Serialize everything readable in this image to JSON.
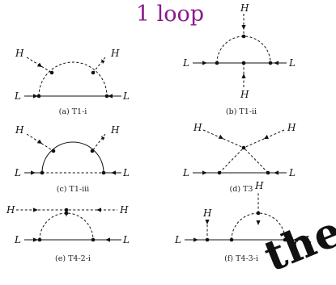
{
  "title": "1 loop",
  "field_labels": {
    "fermion": "L",
    "scalar": "H"
  },
  "diagrams": [
    {
      "id": "d1",
      "caption": "(a) T1-i"
    },
    {
      "id": "d2",
      "caption": "(b) T1-ii"
    },
    {
      "id": "d3",
      "caption": "(c) T1-iii"
    },
    {
      "id": "d4",
      "caption": "(d) T3"
    },
    {
      "id": "d5",
      "caption": "(e) T4-2-i"
    },
    {
      "id": "d6",
      "caption": "(f) T4-3-i"
    }
  ],
  "watermark": "the"
}
